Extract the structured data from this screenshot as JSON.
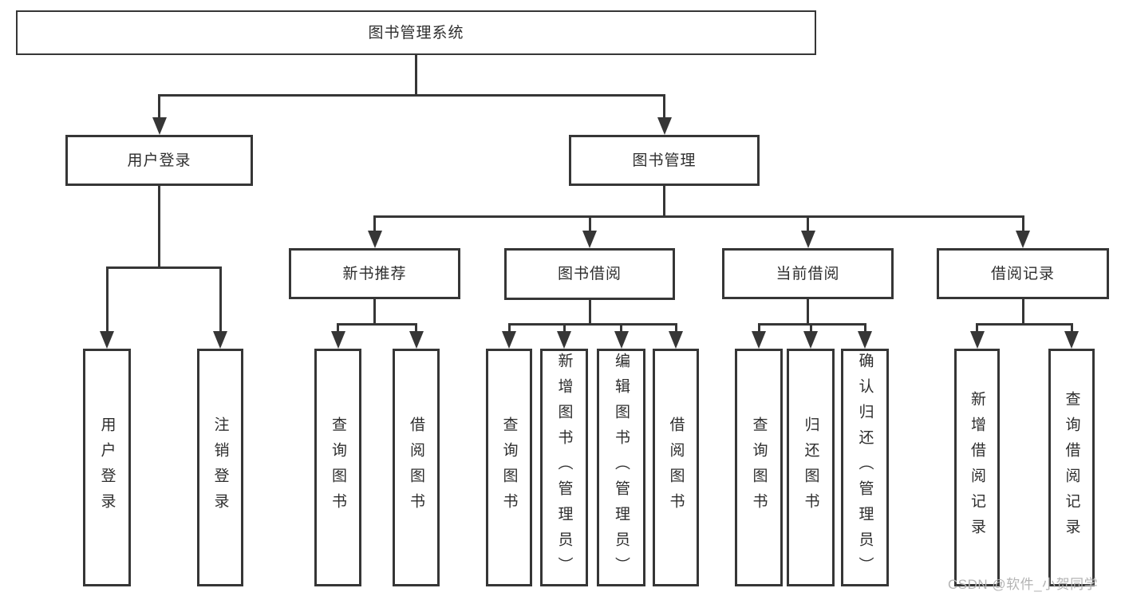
{
  "diagram_title": "图书管理系统",
  "tree": {
    "nodes": [
      {
        "id": "system",
        "label": "图书管理系统",
        "parent": null
      },
      {
        "id": "user-login",
        "label": "用户登录",
        "parent": "system"
      },
      {
        "id": "book-mgmt",
        "label": "图书管理",
        "parent": "system"
      },
      {
        "id": "new-book-rec",
        "label": "新书推荐",
        "parent": "book-mgmt"
      },
      {
        "id": "book-borrow",
        "label": "图书借阅",
        "parent": "book-mgmt"
      },
      {
        "id": "current-borrow",
        "label": "当前借阅",
        "parent": "book-mgmt"
      },
      {
        "id": "borrow-records",
        "label": "借阅记录",
        "parent": "book-mgmt"
      },
      {
        "id": "leaf-user-login",
        "label": "用户登录",
        "parent": "user-login"
      },
      {
        "id": "leaf-logout",
        "label": "注销登录",
        "parent": "user-login"
      },
      {
        "id": "leaf-query-books-1",
        "label": "查询图书",
        "parent": "new-book-rec"
      },
      {
        "id": "leaf-borrow-books-1",
        "label": "借阅图书",
        "parent": "new-book-rec"
      },
      {
        "id": "leaf-query-books-2",
        "label": "查询图书",
        "parent": "book-borrow"
      },
      {
        "id": "leaf-add-book",
        "label": "新增图书（管理员）",
        "parent": "book-borrow"
      },
      {
        "id": "leaf-edit-book",
        "label": "编辑图书（管理员）",
        "parent": "book-borrow"
      },
      {
        "id": "leaf-borrow-books-2",
        "label": "借阅图书",
        "parent": "book-borrow"
      },
      {
        "id": "leaf-query-books-3",
        "label": "查询图书",
        "parent": "current-borrow"
      },
      {
        "id": "leaf-return-book",
        "label": "归还图书",
        "parent": "current-borrow"
      },
      {
        "id": "leaf-confirm-return",
        "label": "确认归还（管理员）",
        "parent": "current-borrow"
      },
      {
        "id": "leaf-add-record",
        "label": "新增借阅记录",
        "parent": "borrow-records"
      },
      {
        "id": "leaf-query-record",
        "label": "查询借阅记录",
        "parent": "borrow-records"
      }
    ]
  },
  "watermark": {
    "text": "CSDN @软件_小贺同学",
    "color": "#b4b4b4"
  },
  "colors": {
    "line": "#363636",
    "text": "#2e2e2e",
    "background": "#ffffff"
  }
}
